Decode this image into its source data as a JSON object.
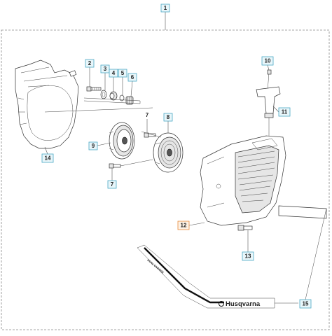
{
  "callouts": [
    {
      "id": "1",
      "label": "1"
    },
    {
      "id": "2",
      "label": "2"
    },
    {
      "id": "3",
      "label": "3"
    },
    {
      "id": "4",
      "label": "4"
    },
    {
      "id": "5",
      "label": "5"
    },
    {
      "id": "6",
      "label": "6"
    },
    {
      "id": "7a",
      "label": "7"
    },
    {
      "id": "7b",
      "label": "7"
    },
    {
      "id": "8",
      "label": "8"
    },
    {
      "id": "9",
      "label": "9"
    },
    {
      "id": "10",
      "label": "10"
    },
    {
      "id": "11",
      "label": "11"
    },
    {
      "id": "12",
      "label": "12"
    },
    {
      "id": "13",
      "label": "13"
    },
    {
      "id": "14",
      "label": "14"
    },
    {
      "id": "15",
      "label": "15"
    }
  ],
  "decal": {
    "brand": "Husqvarna",
    "small_text": "DUAL CHARGE"
  },
  "colors": {
    "callout_fill": "#e8f6fa",
    "callout_border": "#4aa8c4",
    "highlight_fill": "#fdf1e4",
    "highlight_border": "#e8893a"
  }
}
